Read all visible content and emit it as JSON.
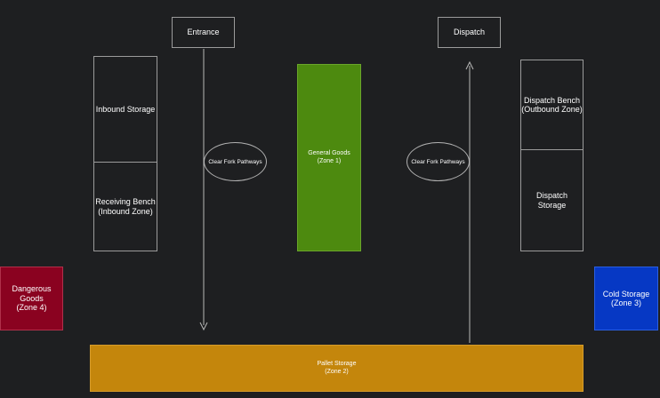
{
  "nodes": {
    "entrance": "Entrance",
    "dispatch": "Dispatch",
    "inbound_storage": "Inbound Storage",
    "receiving_bench": "Receiving Bench\n(Inbound Zone)",
    "general_goods": "General Goods\n(Zone 1)",
    "pathway_left": "Clear Fork Pathways",
    "pathway_right": "Clear Fork Pathways",
    "dispatch_bench": "Dispatch Bench\n(Outbound Zone)",
    "dispatch_storage": "Dispatch Storage",
    "dangerous_goods": "Dangerous\nGoods\n(Zone 4)",
    "cold_storage": "Cold Storage\n(Zone 3)",
    "pallet_storage": "Pallet Storage\n(Zone 2)"
  },
  "colors": {
    "background": "#1e1f21",
    "general_goods": "#4d8a0f",
    "dangerous_goods": "#8a0220",
    "cold_storage": "#0638c4",
    "pallet_storage": "#c4860c",
    "outline": "#9b9b9b"
  }
}
